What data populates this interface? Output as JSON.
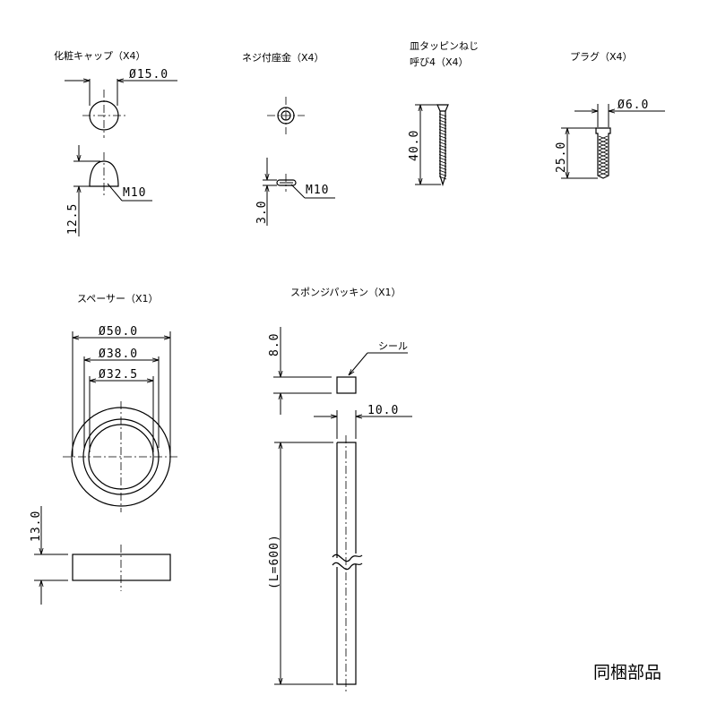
{
  "sheet_title": "同梱部品",
  "parts": {
    "cap": {
      "title": "化粧キャップ（X4）",
      "dia": "Ø15.0",
      "thread": "M10",
      "height": "12.5"
    },
    "nut": {
      "title": "ネジ付座金（X4）",
      "thickness": "3.0",
      "thread": "M10"
    },
    "screw": {
      "title_line1": "皿タッピンねじ",
      "title_line2": "呼び4（X4）",
      "length": "40.0"
    },
    "plug": {
      "title": "プラグ（X4）",
      "dia": "Ø6.0",
      "length": "25.0"
    },
    "spacer": {
      "title": "スペーサー（X1）",
      "outer_dia": "Ø50.0",
      "mid_dia": "Ø38.0",
      "inner_dia": "Ø32.5",
      "height": "13.0"
    },
    "sponge": {
      "title": "スポンジパッキン（X1）",
      "seal_label": "シール",
      "thickness": "8.0",
      "width": "10.0",
      "length": "(L=600)"
    }
  }
}
